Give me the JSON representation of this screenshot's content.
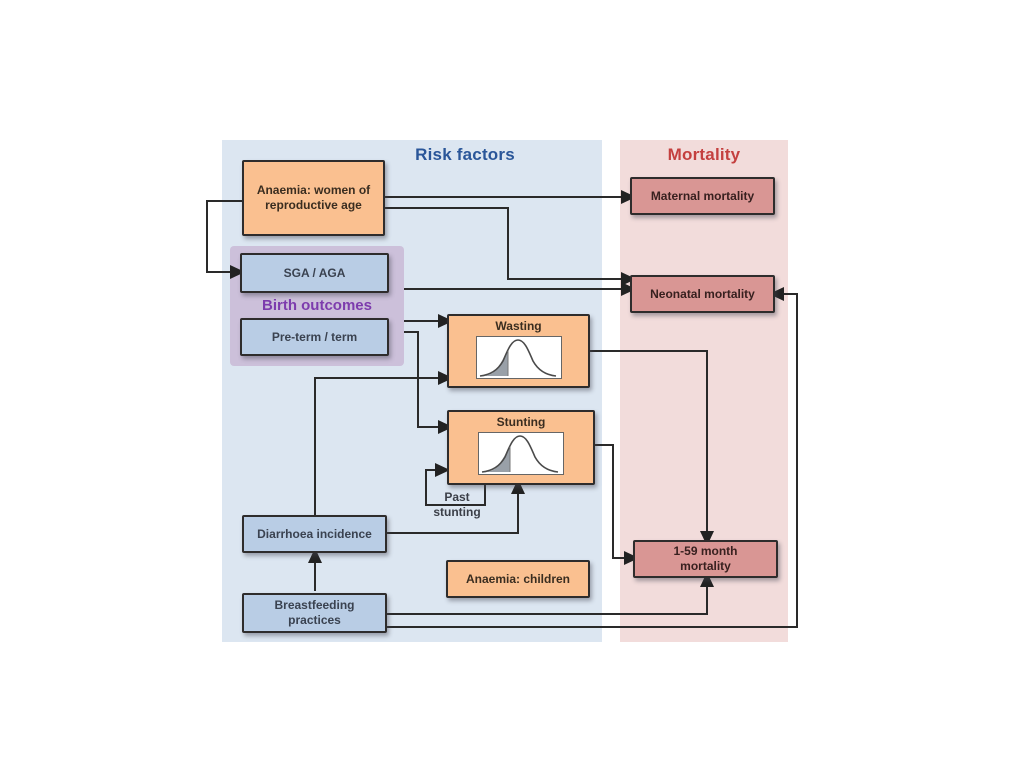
{
  "figure": {
    "risk_panel_title": "Risk factors",
    "mortality_panel_title": "Mortality",
    "birth_outcomes_label": "Birth outcomes",
    "nodes": {
      "anaemia_women": {
        "line1": "Anaemia: women of",
        "line2": "reproductive age"
      },
      "sga_aga": {
        "label": "SGA / AGA"
      },
      "preterm": {
        "label": "Pre-term / term"
      },
      "wasting": {
        "label": "Wasting"
      },
      "stunting": {
        "label": "Stunting"
      },
      "past_stunting": {
        "line1": "Past",
        "line2": "stunting"
      },
      "diarrhoea": {
        "label": "Diarrhoea incidence"
      },
      "breastfeeding": {
        "line1": "Breastfeeding",
        "line2": "practices"
      },
      "anaemia_children": {
        "label": "Anaemia: children"
      },
      "maternal_mortality": {
        "label": "Maternal mortality"
      },
      "neonatal_mortality": {
        "label": "Neonatal mortality"
      },
      "u5_mortality": {
        "line1": "1-59 month",
        "line2": "mortality"
      }
    },
    "edges": [
      {
        "from": "anaemia_women",
        "to": "sga_aga"
      },
      {
        "from": "anaemia_women",
        "to": "maternal_mortality"
      },
      {
        "from": "anaemia_women",
        "to": "neonatal_mortality"
      },
      {
        "from": "sga_aga",
        "to": "neonatal_mortality"
      },
      {
        "from": "preterm",
        "to": "wasting"
      },
      {
        "from": "preterm",
        "to": "stunting"
      },
      {
        "from": "diarrhoea",
        "to": "wasting"
      },
      {
        "from": "diarrhoea",
        "to": "stunting"
      },
      {
        "from": "stunting",
        "to": "stunting",
        "note": "past stunting self-loop"
      },
      {
        "from": "breastfeeding",
        "to": "diarrhoea"
      },
      {
        "from": "wasting",
        "to": "u5_mortality"
      },
      {
        "from": "stunting",
        "to": "u5_mortality"
      },
      {
        "from": "breastfeeding",
        "to": "u5_mortality"
      },
      {
        "from": "breastfeeding",
        "to": "neonatal_mortality"
      }
    ],
    "colors": {
      "risk_panel_bg": "#dce6f1",
      "mortality_panel_bg": "#f2dcdb",
      "orange_box": "#fac090",
      "blue_box": "#b9cde5",
      "red_box": "#d99694",
      "purple_block": "#ccc0da",
      "risk_title_text": "#2a5699",
      "mortality_title_text": "#c4403f",
      "birth_outcomes_text": "#7d3cad",
      "box_border": "#2e2c2c",
      "arrow": "#2a2a2a"
    }
  }
}
